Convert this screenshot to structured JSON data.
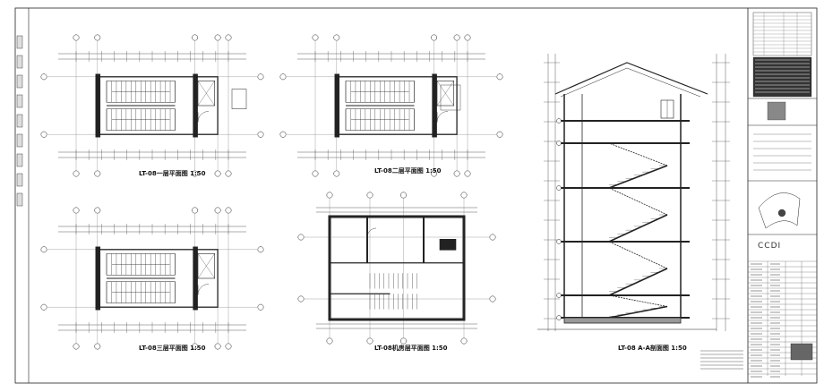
{
  "drawing": {
    "plan_titles": [
      "LT-08一层平面图 1:50",
      "LT-08二层平面图 1:50",
      "LT-08三层平面图 1:50",
      "LT-08机房层平面图 1:50"
    ],
    "section_title": "LT-08 A-A剖面图 1:50"
  },
  "title_block": {
    "logo": "CCDI"
  }
}
